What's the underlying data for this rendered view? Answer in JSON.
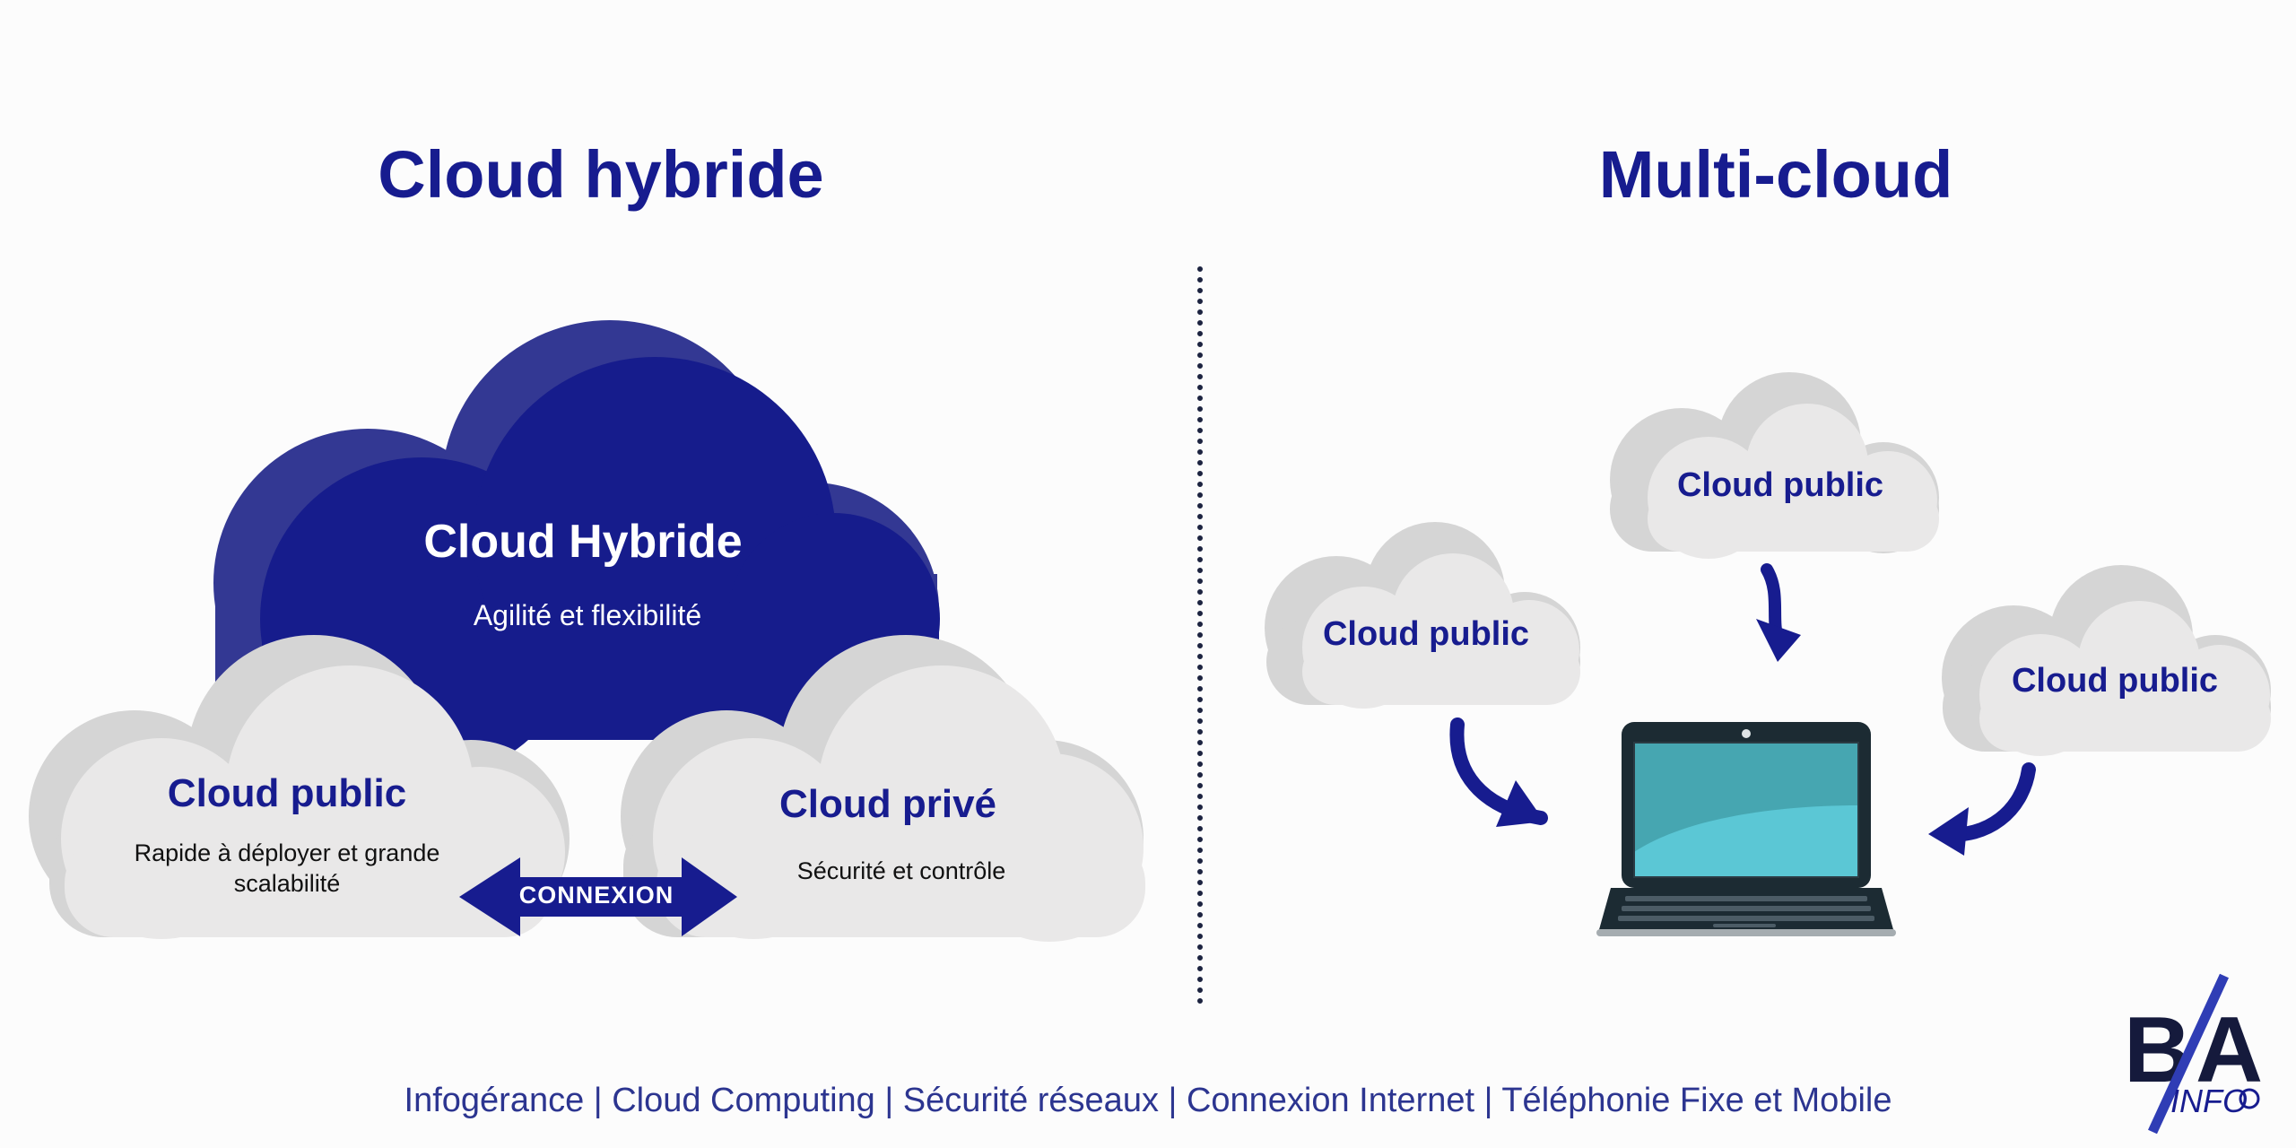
{
  "left": {
    "title": "Cloud hybride",
    "main_cloud": {
      "title": "Cloud Hybride",
      "subtitle": "Agilité et flexibilité"
    },
    "public_cloud": {
      "title": "Cloud public",
      "subtitle_line1": "Rapide à déployer et grande",
      "subtitle_line2": "scalabilité"
    },
    "private_cloud": {
      "title": "Cloud privé",
      "subtitle": "Sécurité et contrôle"
    },
    "connection_label": "CONNEXION"
  },
  "right": {
    "title": "Multi-cloud",
    "clouds": [
      {
        "label": "Cloud public"
      },
      {
        "label": "Cloud public"
      },
      {
        "label": "Cloud public"
      }
    ],
    "device_icon": "laptop-icon"
  },
  "footer": {
    "text": "Infogérance |  Cloud Computing | Sécurité réseaux | Connexion Internet | Téléphonie Fixe et Mobile"
  },
  "logo": {
    "letters_main": "B/A",
    "letters_sub": "INFO"
  },
  "colors": {
    "brand_navy": "#171c8f",
    "cloud_light": "#e9e8e8",
    "cloud_shadow": "#d5d5d5",
    "screen_teal": "#4aa5b3",
    "divider": "#1c2340"
  }
}
